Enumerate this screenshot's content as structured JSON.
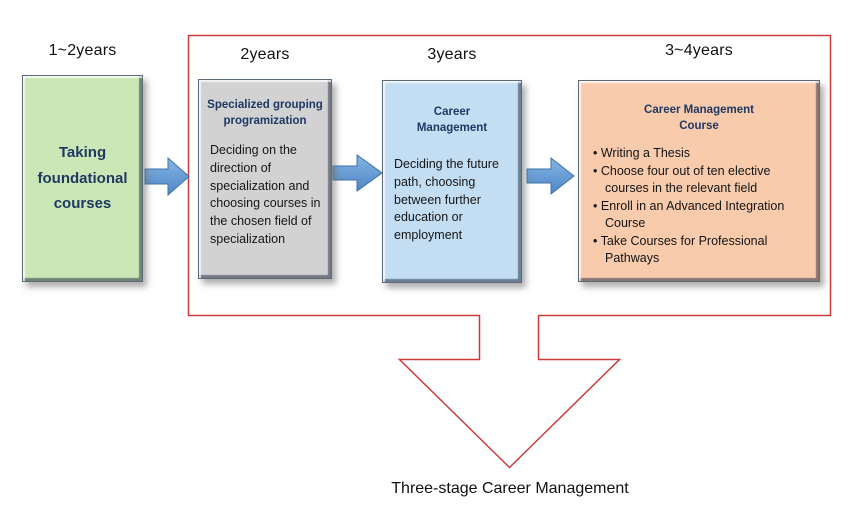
{
  "stages": [
    {
      "years": "1~2years",
      "title": "Taking foundational courses"
    },
    {
      "years": "2years",
      "title": "Specialized grouping programization",
      "body": "Deciding on the direction of specialization and choosing courses in the chosen field of specialization"
    },
    {
      "years": "3years",
      "title": "Career Management",
      "body": "Deciding the future path, choosing between further education or employment"
    },
    {
      "years": "3~4years",
      "title": "Career Management Course",
      "bullets": [
        "Writing a Thesis",
        "Choose four out of ten elective courses in the relevant field",
        "Enroll in an Advanced Integration Course",
        "Take Courses for Professional Pathways"
      ]
    }
  ],
  "caption": "Three-stage Career Management",
  "colors": {
    "stage1_fill": "#cbe7b6",
    "stage2_fill": "#d2d2d2",
    "stage3_fill": "#c3ddf2",
    "stage4_fill": "#f8cbad",
    "arrow_fill": "#5b9bd5",
    "arrow_stroke": "#3f72a8",
    "outline_red": "#cb3b3b",
    "title_text": "#1f3864",
    "label_text": "#111111"
  }
}
